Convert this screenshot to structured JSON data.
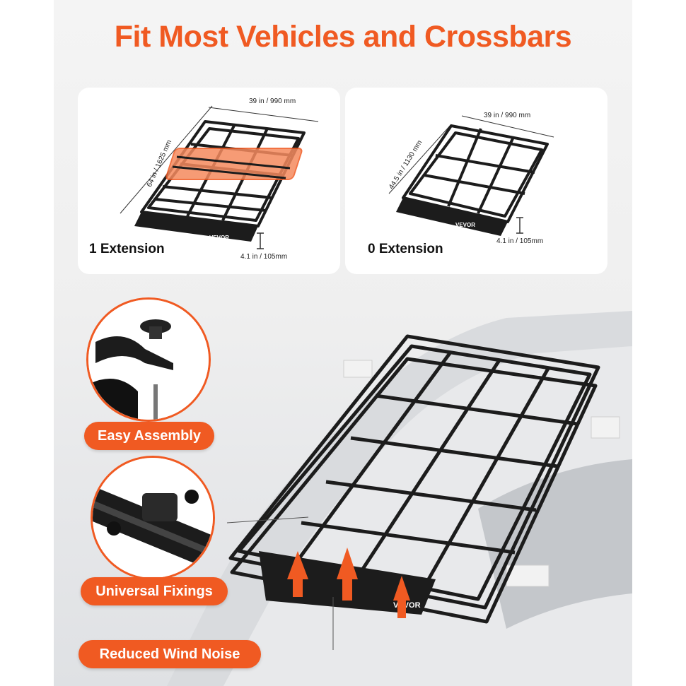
{
  "title": "Fit Most Vehicles and Crossbars",
  "cards": [
    {
      "label": "1 Extension",
      "width_dim": "39 in / 990 mm",
      "length_dim": "64 in / 1625 mm",
      "height_dim": "4.1 in / 105mm",
      "brand": "VEVOR"
    },
    {
      "label": "0 Extension",
      "width_dim": "39 in / 990 mm",
      "length_dim": "44.5 in / 1130 mm",
      "height_dim": "4.1 in / 105mm",
      "brand": "VEVOR"
    }
  ],
  "features": [
    {
      "label": "Easy Assembly",
      "icon": "mounting-bracket-knob-icon"
    },
    {
      "label": "Universal Fixings",
      "icon": "crossbar-clamp-icon"
    },
    {
      "label": "Reduced Wind Noise",
      "icon": "wind-fairing-icon"
    }
  ],
  "product_brand": "VEVOR",
  "colors": {
    "accent": "#f05a22",
    "highlight": "#f58a5e",
    "rack": "#1c1c1c"
  }
}
